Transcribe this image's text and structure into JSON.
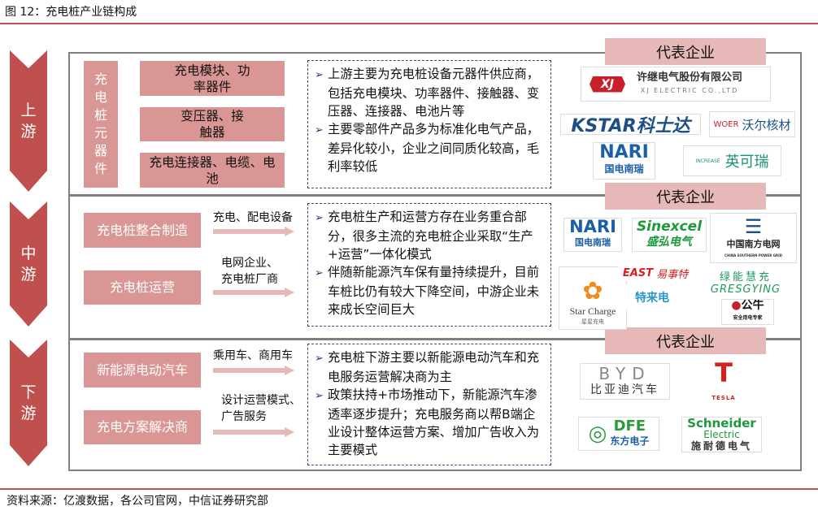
{
  "title": "图 12：充电桩产业链构成",
  "source": "资料来源：亿渡数据，各公司官网，中信证券研究部",
  "rep_label": "代表企业",
  "colors": {
    "accent": "#c0504d",
    "box": "#d99694",
    "light": "#e6b9b8"
  },
  "upstream": {
    "stage": "上游",
    "category": "充电桩元器件",
    "items": [
      "充电模块、功率器件",
      "变压器、接触器",
      "充电连接器、电缆、电池"
    ],
    "notes": [
      "上游主要为充电桩设备元器件供应商，包括充电模块、功率器件、接触器、变压器、连接器、电池片等",
      "主要零部件产品多为标准化电气产品，差异化较小，企业之间同质化较高，毛利率较低"
    ],
    "logos": [
      "许继电气股份有限公司",
      "XJ ELECTRIC CO.,LTD",
      "KSTAR科士达",
      "沃尔核材",
      "WOER",
      "NARI",
      "国电南瑞",
      "英可瑞",
      "INCREASE"
    ]
  },
  "midstream": {
    "stage": "中游",
    "items": [
      {
        "label": "充电桩整合制造",
        "flow": "充电、配电设备"
      },
      {
        "label": "充电桩运营",
        "flow": "电网企业、充电桩厂商"
      }
    ],
    "notes": [
      "充电桩生产和运营方存在业务重合部分，很多主流的充电桩企业采取“生产+运营”一体化模式",
      "伴随新能源汽车保有量持续提升，目前车桩比仍有较大下降空间，中游企业未来成长空间巨大"
    ],
    "logos": [
      "NARI",
      "国电南瑞",
      "Sinexcel",
      "盛弘电气",
      "中国南方电网",
      "CHINA SOUTHERN POWER GRID",
      "EAST",
      "易事特",
      "特来电",
      "Star Charge",
      "星星充电",
      "绿能慧充",
      "GRESGYING",
      "公牛",
      "安全用电专家"
    ]
  },
  "downstream": {
    "stage": "下游",
    "items": [
      {
        "label": "新能源电动汽车",
        "flow": "乘用车、商用车"
      },
      {
        "label": "充电方案解决商",
        "flow": "设计运营模式、广告服务"
      }
    ],
    "notes": [
      "充电桩下游主要以新能源电动汽车和充电服务运营解决商为主",
      "政策扶持+市场推动下，新能源汽车渗透率逐步提升；充电服务商以帮B端企业设计整体运营方案、增加广告收入为主要模式"
    ],
    "logos": [
      "BYD",
      "比亚迪汽车",
      "TESLA",
      "DFE",
      "东方电子",
      "Schneider",
      "Electric",
      "施耐德电气"
    ]
  }
}
